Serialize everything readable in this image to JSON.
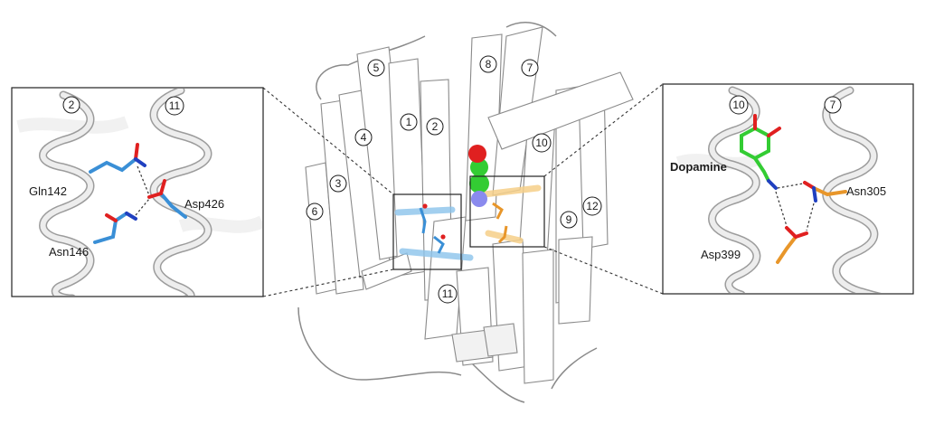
{
  "left_panel": {
    "helix_labels": [
      "2",
      "11"
    ],
    "residues": [
      "Gln142",
      "Asp426",
      "Asn146"
    ]
  },
  "center": {
    "helix_labels": [
      "1",
      "2",
      "3",
      "4",
      "5",
      "6",
      "7",
      "8",
      "9",
      "10",
      "11",
      "12"
    ]
  },
  "right_panel": {
    "helix_labels": [
      "10",
      "7"
    ],
    "ligand": "Dopamine",
    "residues": [
      "Asn305",
      "Asp399"
    ]
  },
  "colors": {
    "left_residues": "#3a8fd6",
    "right_residues": "#e8962a",
    "ligand_carbon": "#33cc33",
    "oxygen": "#e02020",
    "nitrogen": "#2040c0",
    "helix_outline": "#8a8a8a"
  }
}
